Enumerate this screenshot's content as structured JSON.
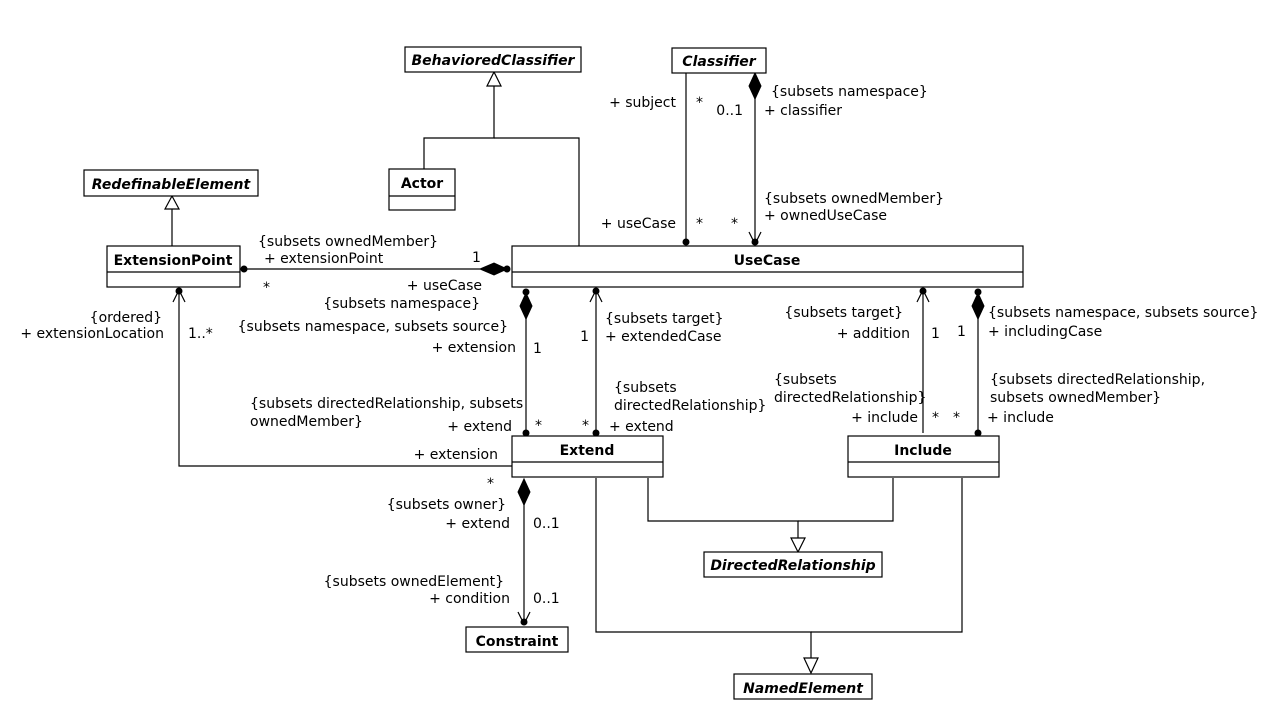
{
  "classes": {
    "behaviored_classifier": "BehavioredClassifier",
    "classifier": "Classifier",
    "redefinable_element": "RedefinableElement",
    "actor": "Actor",
    "extension_point": "ExtensionPoint",
    "use_case": "UseCase",
    "extend": "Extend",
    "include": "Include",
    "directed_relationship": "DirectedRelationship",
    "constraint": "Constraint",
    "named_element": "NamedElement"
  },
  "labels": {
    "subject_role": "+ subject",
    "subject_mult": "*",
    "usecase_top_role": "+ useCase",
    "usecase_top_mult": "*",
    "classifier_mult": "0..1",
    "classifier_subsets": "{subsets namespace}",
    "classifier_role": "+ classifier",
    "owned_usecase_subsets": "{subsets ownedMember}",
    "owned_usecase_role": "+ ownedUseCase",
    "owned_usecase_mult": "*",
    "ep_subsets": "{subsets ownedMember}",
    "ep_role": "+ extensionPoint",
    "ep_usecase_mult": "1",
    "ep_mult": "*",
    "ep_usecase_role": "+ useCase",
    "ep_usecase_subsets": "{subsets namespace}",
    "ext_loc_subsets": "{ordered}",
    "ext_loc_role": "+ extensionLocation",
    "ext_loc_mult": "1..*",
    "extension_subsets": "{subsets namespace, subsets source}",
    "extension_role": "+ extension",
    "extension_mult": "1",
    "extended_case_mult": "1",
    "extended_case_subsets": "{subsets target}",
    "extended_case_role": "+ extendedCase",
    "extend_left_subsets_1": "{subsets directedRelationship, subsets",
    "extend_left_subsets_2": "ownedMember}",
    "extend_left_role": "+ extend",
    "extend_left_mult": "*",
    "extend_right_mult": "*",
    "extend_right_subsets_1": "{subsets",
    "extend_right_subsets_2": "directedRelationship}",
    "extend_right_role": "+ extend",
    "extension_to_ep_role": "+ extension",
    "addition_subsets": "{subsets target}",
    "addition_role": "+ addition",
    "addition_mult": "1",
    "including_mult": "1",
    "including_subsets": "{subsets namespace, subsets source}",
    "including_role": "+ includingCase",
    "include_left_subsets_1": "{subsets",
    "include_left_subsets_2": "directedRelationship}",
    "include_left_role": "+ include",
    "include_left_mult": "*",
    "include_right_mult": "*",
    "include_right_subsets_1": "{subsets directedRelationship,",
    "include_right_subsets_2": "subsets ownedMember}",
    "include_right_role": "+ include",
    "extend_owner_mult": "*",
    "extend_owner_subsets": "{subsets owner}",
    "extend_owner_role": "+ extend",
    "extend_owner_mult2": "0..1",
    "condition_subsets": "{subsets ownedElement}",
    "condition_role": "+ condition",
    "condition_mult": "0..1"
  }
}
